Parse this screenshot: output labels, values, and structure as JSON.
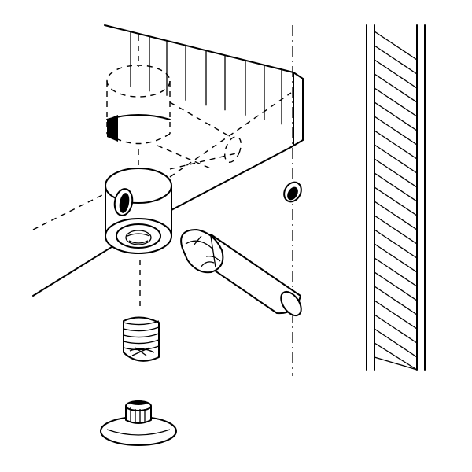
{
  "figure": {
    "type": "exploded-assembly-drawing",
    "background": "#ffffff",
    "line_color": "#000000",
    "parts": [
      {
        "name": "panel-board"
      },
      {
        "name": "cam-connector-housing"
      },
      {
        "name": "threaded-dowel-bolt"
      },
      {
        "name": "set-screw"
      },
      {
        "name": "cover-cap"
      },
      {
        "name": "side-panel-hatched"
      },
      {
        "name": "small-washer-plug"
      }
    ]
  }
}
